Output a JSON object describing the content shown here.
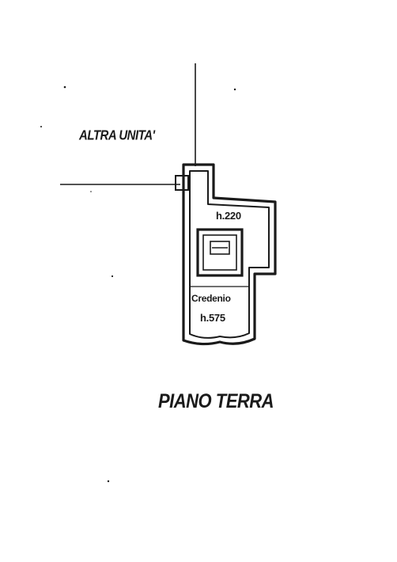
{
  "drawing": {
    "adjacent_unit_label": "ALTRA UNITA'",
    "room_height_label": "h.220",
    "room_name_label": "Credenio",
    "stair_height_label": "h.575",
    "floor_label": "PIANO TERRA"
  },
  "colors": {
    "ink": "#1a1a1a",
    "paper": "#ffffff"
  }
}
